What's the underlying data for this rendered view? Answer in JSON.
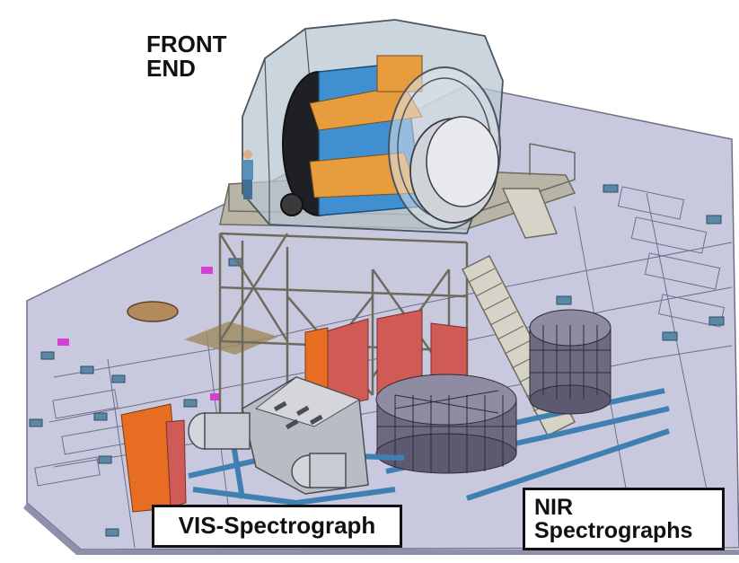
{
  "labels": {
    "front_end": [
      "FRONT",
      "END"
    ],
    "vis_spectrograph": "VIS-Spectrograph",
    "nir_spectrographs": [
      "NIR",
      "Spectrographs"
    ]
  },
  "colors": {
    "floor": "#c8c9de",
    "floor_line": "#6d6f88",
    "hole": "#a9abcc",
    "vent": "#5a88a6",
    "structure": "#b8b5a6",
    "structure_dark": "#6e6b5e",
    "stairs": "#d6d4c8",
    "blue_frame": "#3f7fb1",
    "enclosure": "#b8c7d3",
    "drum_blue": "#3f8fd1",
    "drum_orange": "#e79d3e",
    "orange_panel": "#e76d23",
    "red_panel": "#cf5a56",
    "nir_cylinder": "#6d6a80",
    "vis_body": "#b9bcc3",
    "magenta": "#d63fd4",
    "hole_circle": "#b38a5c",
    "person": "#5a8fb8"
  }
}
